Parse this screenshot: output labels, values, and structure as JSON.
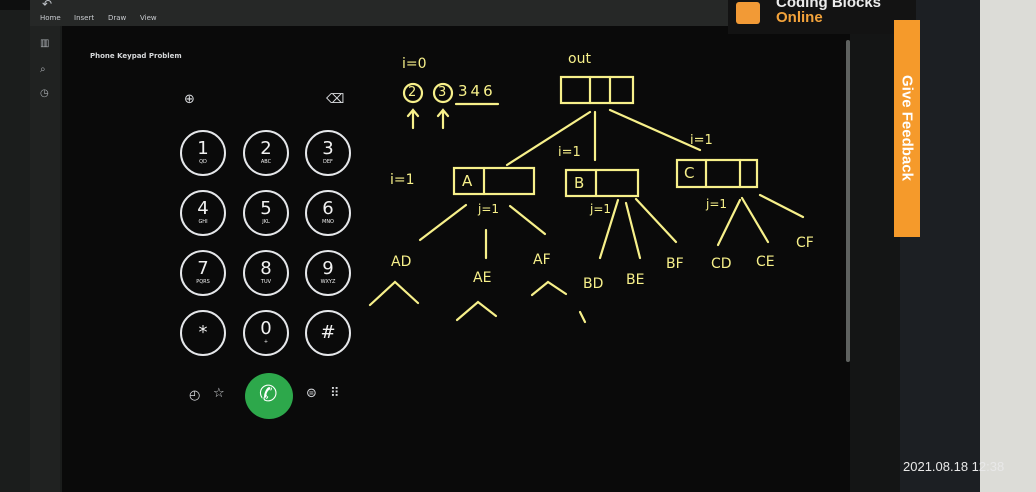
{
  "ribbon": {
    "menus": [
      "Home",
      "Insert",
      "Draw",
      "View"
    ]
  },
  "page": {
    "title": "Phone Keypad Problem"
  },
  "brand": {
    "line1": "Coding Blocks",
    "line2": "Online"
  },
  "feedback": {
    "label": "Give Feedback"
  },
  "keypad": {
    "keys": [
      {
        "digit": "1",
        "letters": "QD"
      },
      {
        "digit": "2",
        "letters": "ABC"
      },
      {
        "digit": "3",
        "letters": "DEF"
      },
      {
        "digit": "4",
        "letters": "GHI"
      },
      {
        "digit": "5",
        "letters": "JKL"
      },
      {
        "digit": "6",
        "letters": "MNO"
      },
      {
        "digit": "7",
        "letters": "PQRS"
      },
      {
        "digit": "8",
        "letters": "TUV"
      },
      {
        "digit": "9",
        "letters": "WXYZ"
      },
      {
        "digit": "*",
        "letters": ""
      },
      {
        "digit": "0",
        "letters": "+"
      },
      {
        "digit": "#",
        "letters": ""
      }
    ]
  },
  "handwriting": {
    "i0": "i=0",
    "digit2": "2",
    "digit3": "3",
    "rest": "346",
    "out": "out",
    "i1_left": "i=1",
    "i1_b": "i=1",
    "i1_c": "i=1",
    "j1_a": "j=1",
    "j1_b": "j=1",
    "j1_c": "j=1",
    "box_a": "A",
    "box_b": "B",
    "box_c": "C",
    "combos": [
      "AD",
      "AE",
      "AF",
      "BD",
      "BE",
      "BF",
      "CD",
      "CE",
      "CF"
    ]
  },
  "timestamp": "2021.08.18 12:38",
  "colors": {
    "ink": "#f7f08a",
    "call": "#2da84b",
    "feedback": "#f59a2b",
    "brand_accent": "#f3a33b"
  }
}
